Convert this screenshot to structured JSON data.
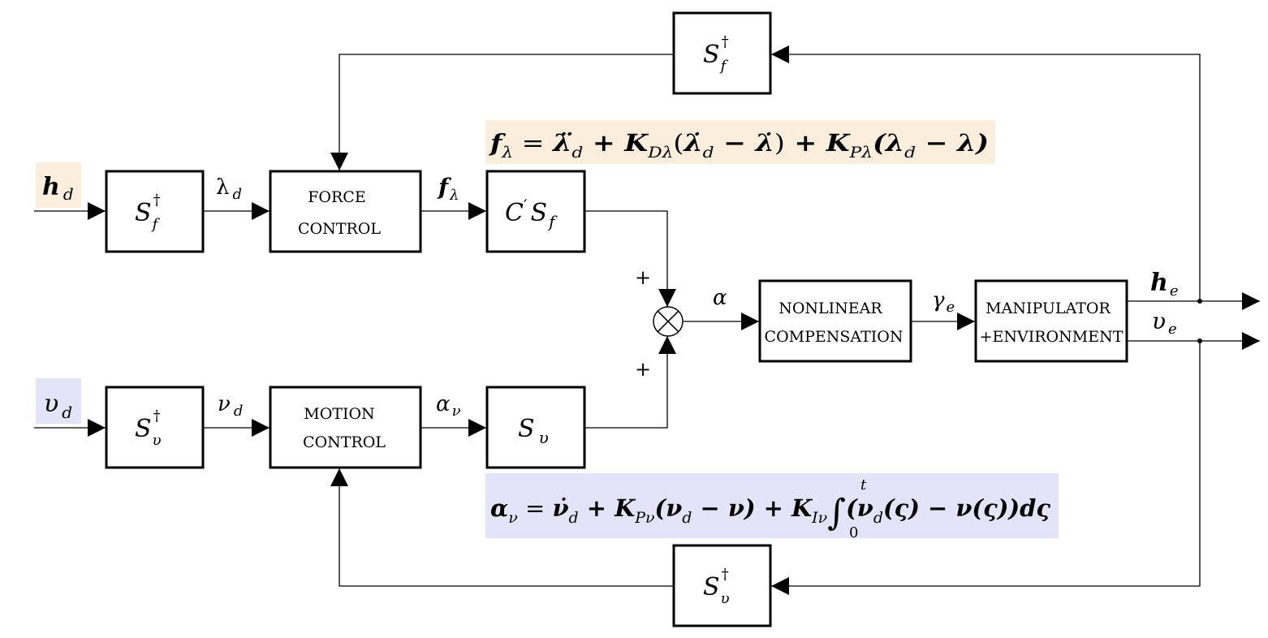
{
  "colors": {
    "force_highlight": "#fbeedd",
    "motion_highlight": "#e3e3f9",
    "stroke": "#000000"
  },
  "blocks": {
    "force_control": [
      "FORCE",
      "CONTROL"
    ],
    "motion_control": [
      "MOTION",
      "CONTROL"
    ],
    "nonlinear": [
      "NONLINEAR",
      "COMPENSATION"
    ],
    "manipulator": [
      "MANIPULATOR",
      "+ENVIRONMENT"
    ]
  },
  "symbols": {
    "h": "h",
    "v": "υ",
    "S": "S",
    "C": "C",
    "prime": "′",
    "dagger": "†",
    "lambda": "λ",
    "nu": "ν",
    "alpha": "α",
    "gamma": "γ",
    "f": "f",
    "sub_d": "d",
    "sub_e": "e",
    "sub_f": "f",
    "sub_v": "υ",
    "plus": "+"
  },
  "equations": {
    "force": {
      "f_lambda": "f",
      "eq1": " = ",
      "ddlambda": "λ̈",
      "kd": " + K",
      "kd_sub": "Dλ",
      "open1": "(",
      "dlambda_d": "λ̇",
      "minus_dlambda": " − λ̇",
      "close1": ")",
      "kp": " + K",
      "kp_sub": "Pλ",
      "open2": "(λ",
      "minus_lambda": " − λ)"
    },
    "motion": {
      "alpha_nu": "α",
      "eq1": " = ",
      "dnu_d": "ν̇",
      "kp": " + K",
      "kp_sub": "Pν",
      "open1": "(ν",
      "minus_nu": " − ν)",
      "ki": " + K",
      "ki_sub": "Iν",
      "integral": "∫",
      "upper": "t",
      "lower": "0",
      "integrand": "(ν",
      "arg1": "(ς) − ν(ς))",
      "dsigma": "dς"
    }
  }
}
